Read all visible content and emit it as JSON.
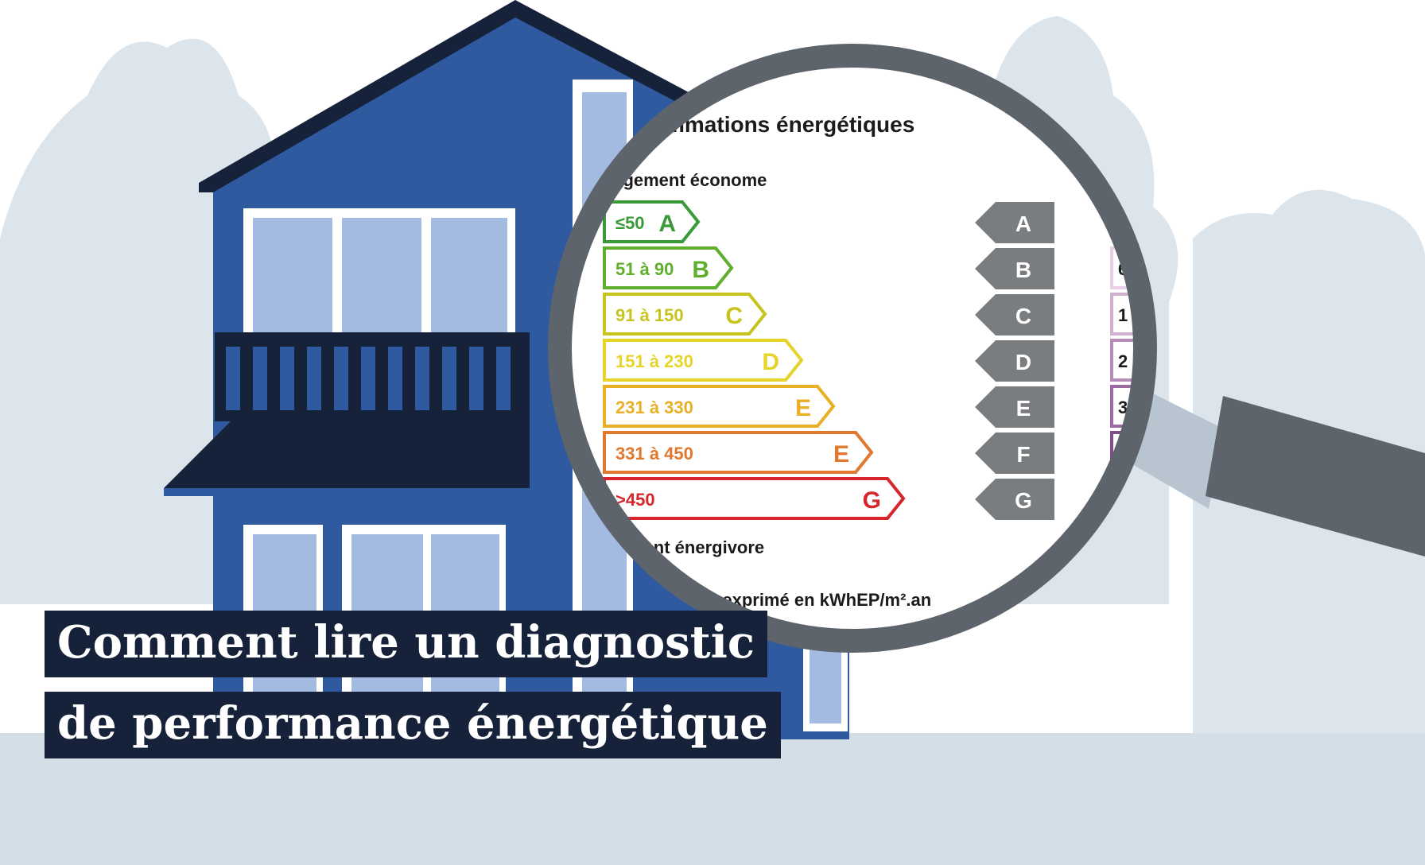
{
  "title": {
    "line1": "Comment lire un diagnostic",
    "line2": "de performance énergétique"
  },
  "label": {
    "heading": "mmations énergétiques",
    "top_note": "ogement économe",
    "bottom_note": "ment énergivore",
    "unit_note": "ure exprimé en kWhEP/m².an",
    "classes": [
      {
        "range": "≤50",
        "letter": "A",
        "color": "#3a9a3a"
      },
      {
        "range": "51 à 90",
        "letter": "B",
        "color": "#5fae2e"
      },
      {
        "range": "91 à 150",
        "letter": "C",
        "color": "#c7c420"
      },
      {
        "range": "151 à 230",
        "letter": "D",
        "color": "#e6d42a"
      },
      {
        "range": "231 à 330",
        "letter": "E",
        "color": "#e8b024"
      },
      {
        "range": "331 à 450",
        "letter": "E",
        "color": "#e0782e"
      },
      {
        "range": ">450",
        "letter": "G",
        "color": "#d7262b"
      }
    ],
    "grey_tags": [
      "A",
      "B",
      "C",
      "D",
      "E",
      "F",
      "G"
    ],
    "partial_right": [
      "6",
      "1",
      "2",
      "3",
      ""
    ]
  },
  "colors": {
    "house": "#2f5aa0",
    "roof": "#16213a",
    "window_glass": "#a3bbe0",
    "tree": "#dde5ec",
    "ground": "#d4dee6",
    "lens_ring": "#5e646b",
    "handle": "#5e646b",
    "title_bg": "#16213a"
  }
}
